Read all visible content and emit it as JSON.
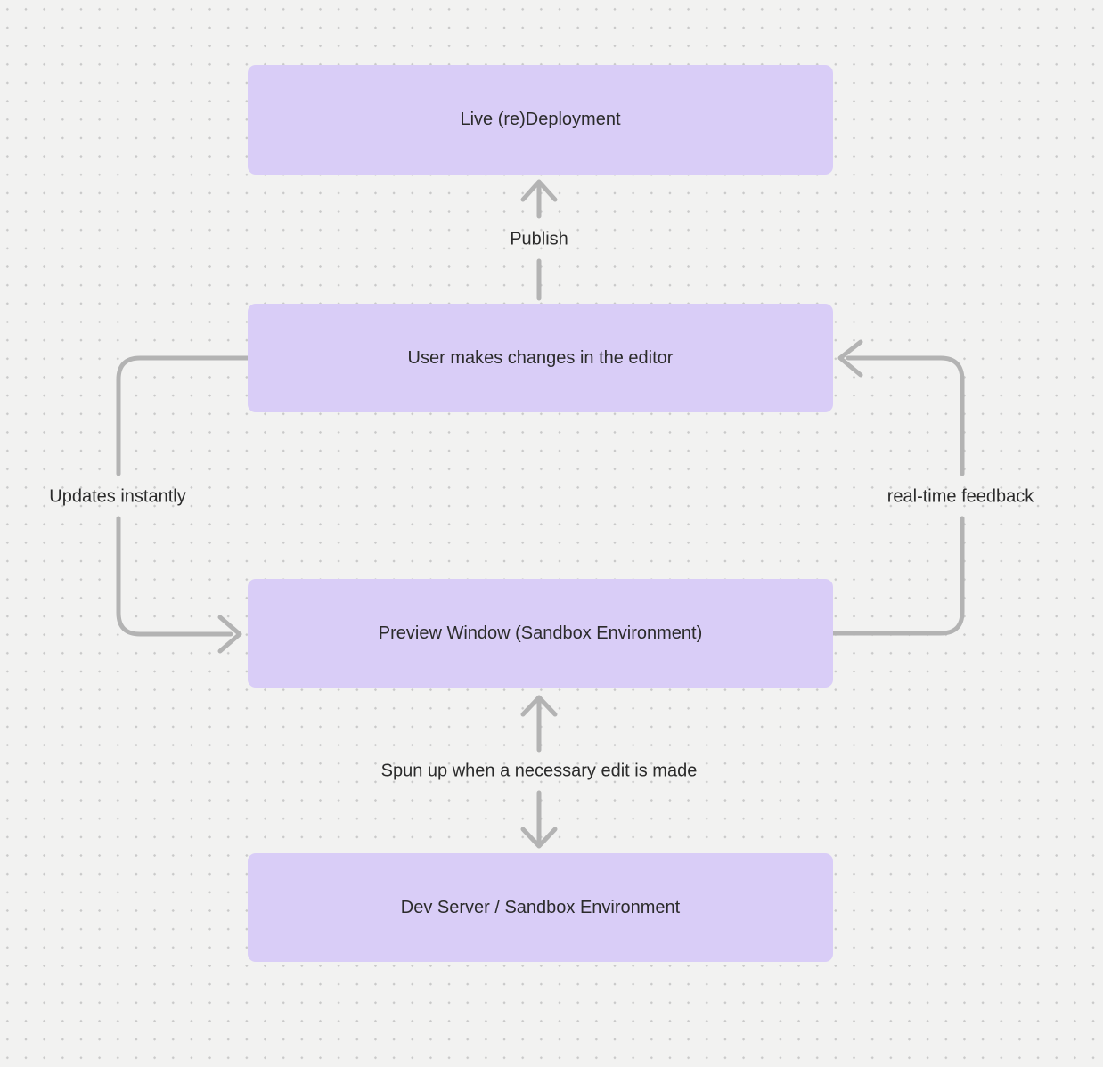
{
  "canvas": {
    "background_color": "#f2f2f1",
    "dot_color": "#c9c9c9",
    "node_fill_color": "#d9cdf7",
    "node_text_color": "#2b2b2b",
    "arrow_color": "#b3b3b3",
    "label_text_color": "#2b2b2b"
  },
  "nodes": [
    {
      "id": "live-redeployment",
      "label": "Live (re)Deployment"
    },
    {
      "id": "user-editor",
      "label": "User makes changes in the editor"
    },
    {
      "id": "preview-window",
      "label": "Preview Window (Sandbox Environment)"
    },
    {
      "id": "dev-server",
      "label": "Dev Server / Sandbox Environment"
    }
  ],
  "edges": [
    {
      "label": "Publish",
      "from": "user-editor",
      "to": "live-redeployment",
      "bidirectional": false
    },
    {
      "label": "Updates instantly",
      "from": "user-editor",
      "to": "preview-window",
      "bidirectional": false
    },
    {
      "label": "real-time feedback",
      "from": "preview-window",
      "to": "user-editor",
      "bidirectional": false
    },
    {
      "label": "Spun up when a necessary edit is made",
      "from": "preview-window",
      "to": "dev-server",
      "bidirectional": true
    }
  ]
}
